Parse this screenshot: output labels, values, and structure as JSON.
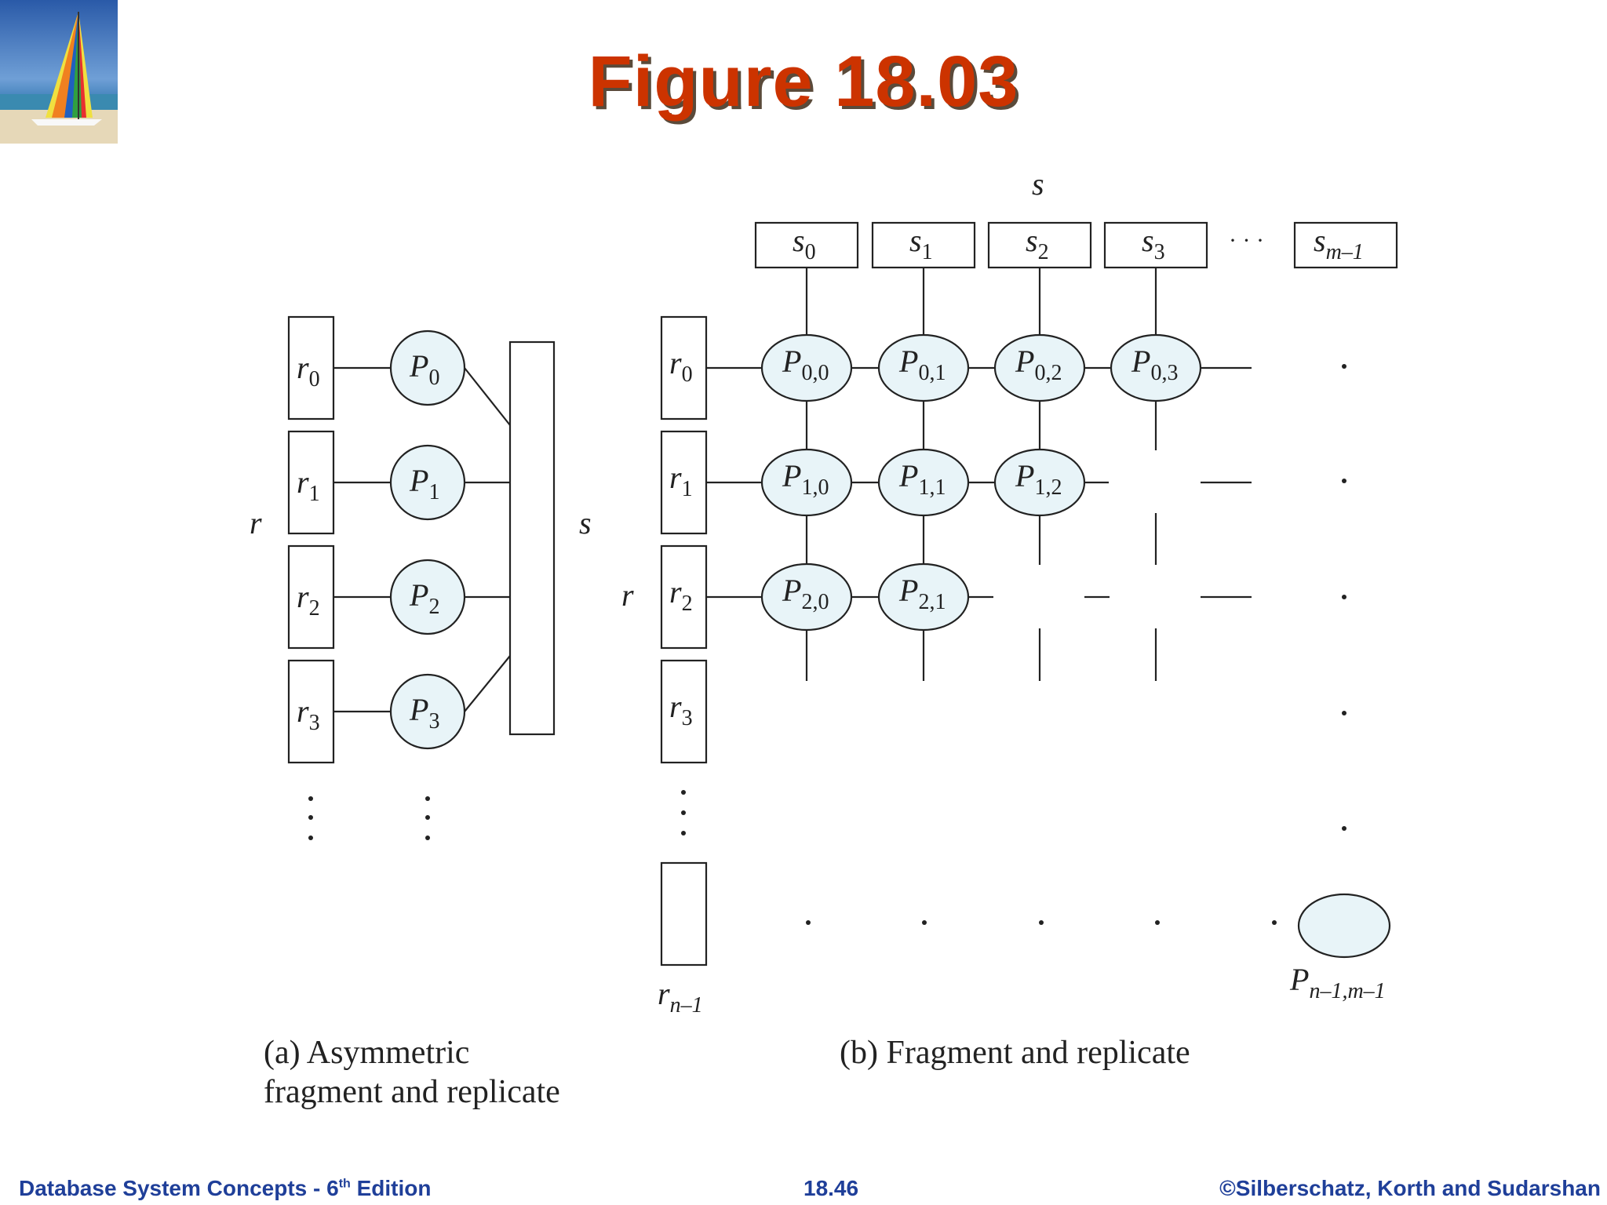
{
  "slide": {
    "title": "Figure 18.03",
    "footer_left": "Database System Concepts - 6",
    "footer_left_sup": "th",
    "footer_left_suffix": " Edition",
    "footer_page": "18.46",
    "footer_right": "©Silberschatz, Korth and Sudarshan"
  },
  "diagram_a": {
    "r_label": "r",
    "s_label": "s",
    "r_fragments": [
      {
        "base": "r",
        "sub": "0"
      },
      {
        "base": "r",
        "sub": "1"
      },
      {
        "base": "r",
        "sub": "2"
      },
      {
        "base": "r",
        "sub": "3"
      }
    ],
    "processors": [
      {
        "base": "P",
        "sub": "0"
      },
      {
        "base": "P",
        "sub": "1"
      },
      {
        "base": "P",
        "sub": "2"
      },
      {
        "base": "P",
        "sub": "3"
      }
    ],
    "caption_line1": "(a) Asymmetric",
    "caption_line2": "fragment and replicate"
  },
  "diagram_b": {
    "s_label": "s",
    "r_label": "r",
    "s_fragments": [
      {
        "base": "s",
        "sub": "0"
      },
      {
        "base": "s",
        "sub": "1"
      },
      {
        "base": "s",
        "sub": "2"
      },
      {
        "base": "s",
        "sub": "3"
      },
      {
        "base": "s",
        "sub": "m–1"
      }
    ],
    "s_ellipsis": "· · ·",
    "r_fragments": [
      {
        "base": "r",
        "sub": "0"
      },
      {
        "base": "r",
        "sub": "1"
      },
      {
        "base": "r",
        "sub": "2"
      },
      {
        "base": "r",
        "sub": "3"
      },
      {
        "base": "r",
        "sub": "n–1"
      }
    ],
    "processors": [
      {
        "base": "P",
        "sub": "0,0"
      },
      {
        "base": "P",
        "sub": "0,1"
      },
      {
        "base": "P",
        "sub": "0,2"
      },
      {
        "base": "P",
        "sub": "0,3"
      },
      {
        "base": "P",
        "sub": "1,0"
      },
      {
        "base": "P",
        "sub": "1,1"
      },
      {
        "base": "P",
        "sub": "1,2"
      },
      {
        "base": "P",
        "sub": "2,0"
      },
      {
        "base": "P",
        "sub": "2,1"
      }
    ],
    "last_processor": {
      "base": "P",
      "sub": "n–1,m–1"
    },
    "caption": "(b) Fragment and replicate"
  },
  "colors": {
    "title": "#cc3300",
    "processor_fill": "#e8f4f8",
    "footer": "#1f3f99",
    "line": "#222222"
  }
}
